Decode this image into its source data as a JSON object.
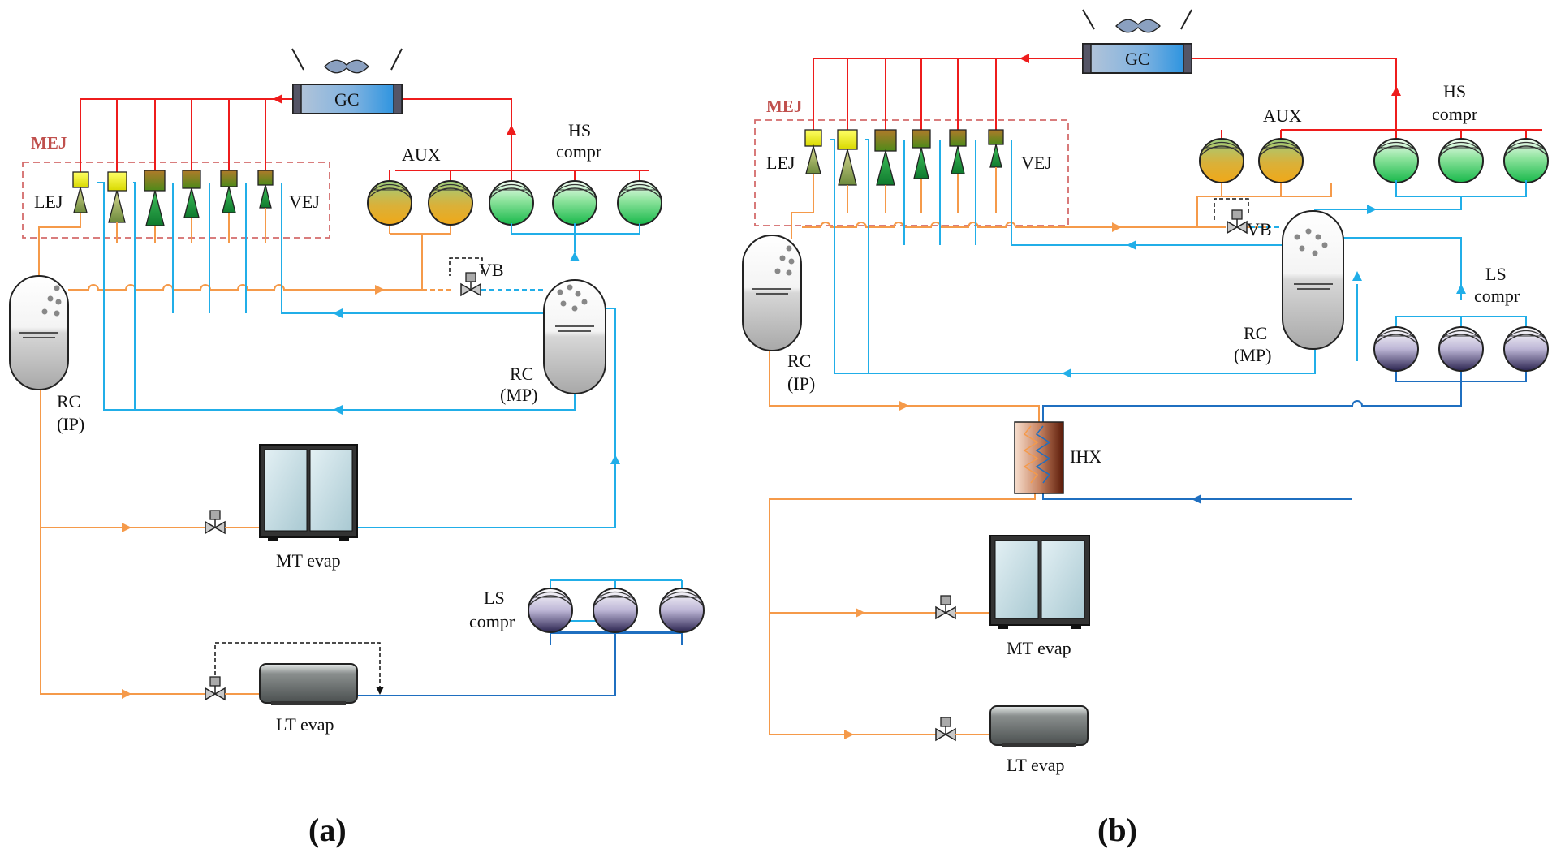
{
  "panels": [
    {
      "caption": "(a)",
      "labels": {
        "gc": "GC",
        "mej": "MEJ",
        "lej": "LEJ",
        "vej": "VEJ",
        "aux": "AUX",
        "hs": "HS",
        "compr": "compr",
        "vb": "VB",
        "rc": "RC",
        "ip": "(IP)",
        "mp": "(MP)",
        "mt_evap": "MT evap",
        "lt_evap": "LT evap",
        "ls": "LS",
        "ls_compr": "compr"
      }
    },
    {
      "caption": "(b)",
      "labels": {
        "gc": "GC",
        "mej": "MEJ",
        "lej": "LEJ",
        "vej": "VEJ",
        "aux": "AUX",
        "hs": "HS",
        "compr": "compr",
        "vb": "VB",
        "rc": "RC",
        "ip": "(IP)",
        "mp": "(MP)",
        "ihx": "IHX",
        "mt_evap": "MT evap",
        "lt_evap": "LT evap",
        "ls": "LS",
        "ls_compr": "compr"
      }
    }
  ],
  "colors": {
    "high_pressure": "#ee1c1c",
    "intermediate_pressure": "#f59a4a",
    "medium_temperature": "#21aee8",
    "low_temperature": "#1f6fc0",
    "mej_box": "#d46b6b"
  }
}
